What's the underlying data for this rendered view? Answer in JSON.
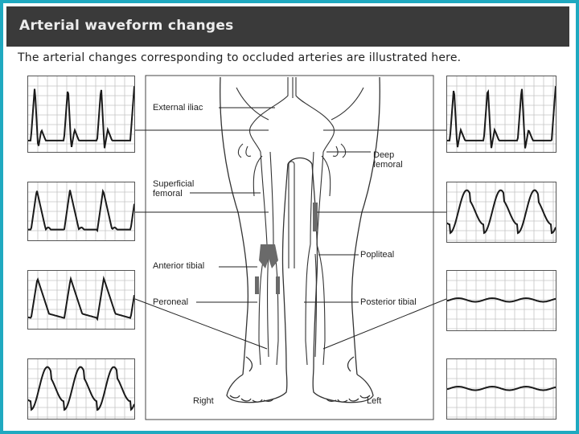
{
  "header": {
    "title": "Arterial waveform changes"
  },
  "caption": "The arterial changes corresponding to occluded arteries are illustrated here.",
  "labels": {
    "external_iliac": "External iliac",
    "deep_femoral_1": "Deep",
    "deep_femoral_2": "femoral",
    "superficial_femoral_1": "Superficial",
    "superficial_femoral_2": "femoral",
    "popliteal": "Popliteal",
    "anterior_tibial": "Anterior tibial",
    "peroneal": "Peroneal",
    "posterior_tibial": "Posterior tibial",
    "right": "Right",
    "left": "Left"
  },
  "waveforms": {
    "left_column": [
      "sharp-triphasic",
      "monophasic-peaks",
      "dampened-peaks",
      "dampened-round"
    ],
    "right_column": [
      "sharp-triphasic",
      "dampened-round",
      "flat-wavy",
      "flat-wavy"
    ]
  },
  "colors": {
    "border": "#1fa9c0",
    "header_bg": "#3a3a3a",
    "header_text": "#ececec",
    "occlusion": "#6a6a6a"
  }
}
